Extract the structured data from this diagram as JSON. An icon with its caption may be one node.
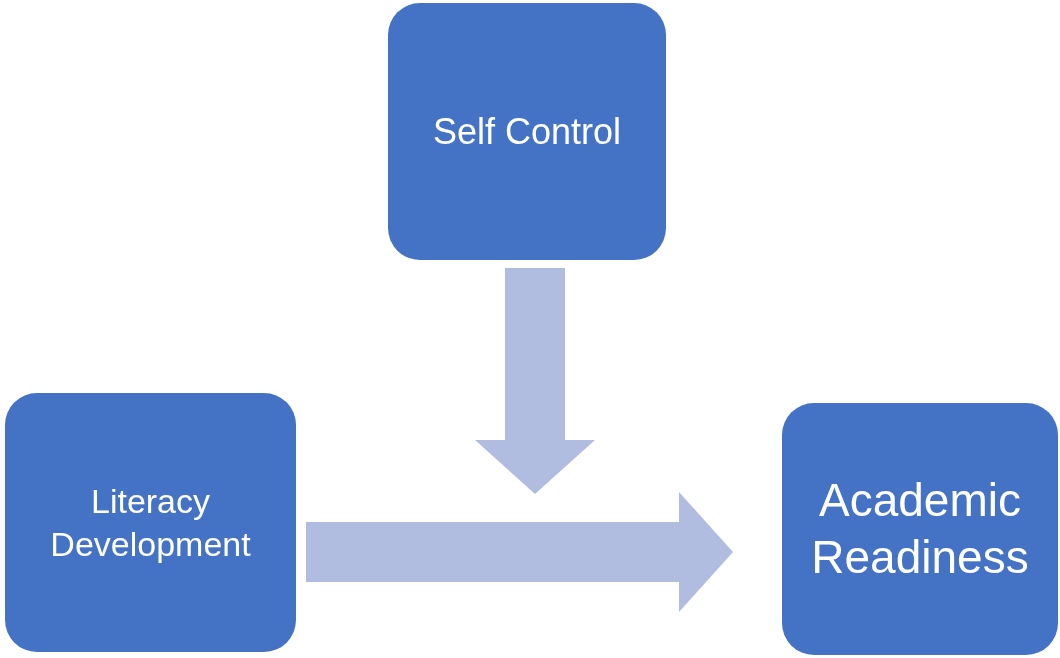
{
  "diagram": {
    "nodes": [
      {
        "text": [
          "Self Control"
        ]
      },
      {
        "text": [
          "Literacy Development"
        ]
      },
      {
        "text": [
          "Academic Readiness"
        ]
      }
    ],
    "edges": [
      {
        "from": 1,
        "to": 2,
        "arrow": "to",
        "style": "thick"
      },
      {
        "from": 0,
        "to": null,
        "arrow": "to",
        "style": "thick"
      }
    ]
  }
}
